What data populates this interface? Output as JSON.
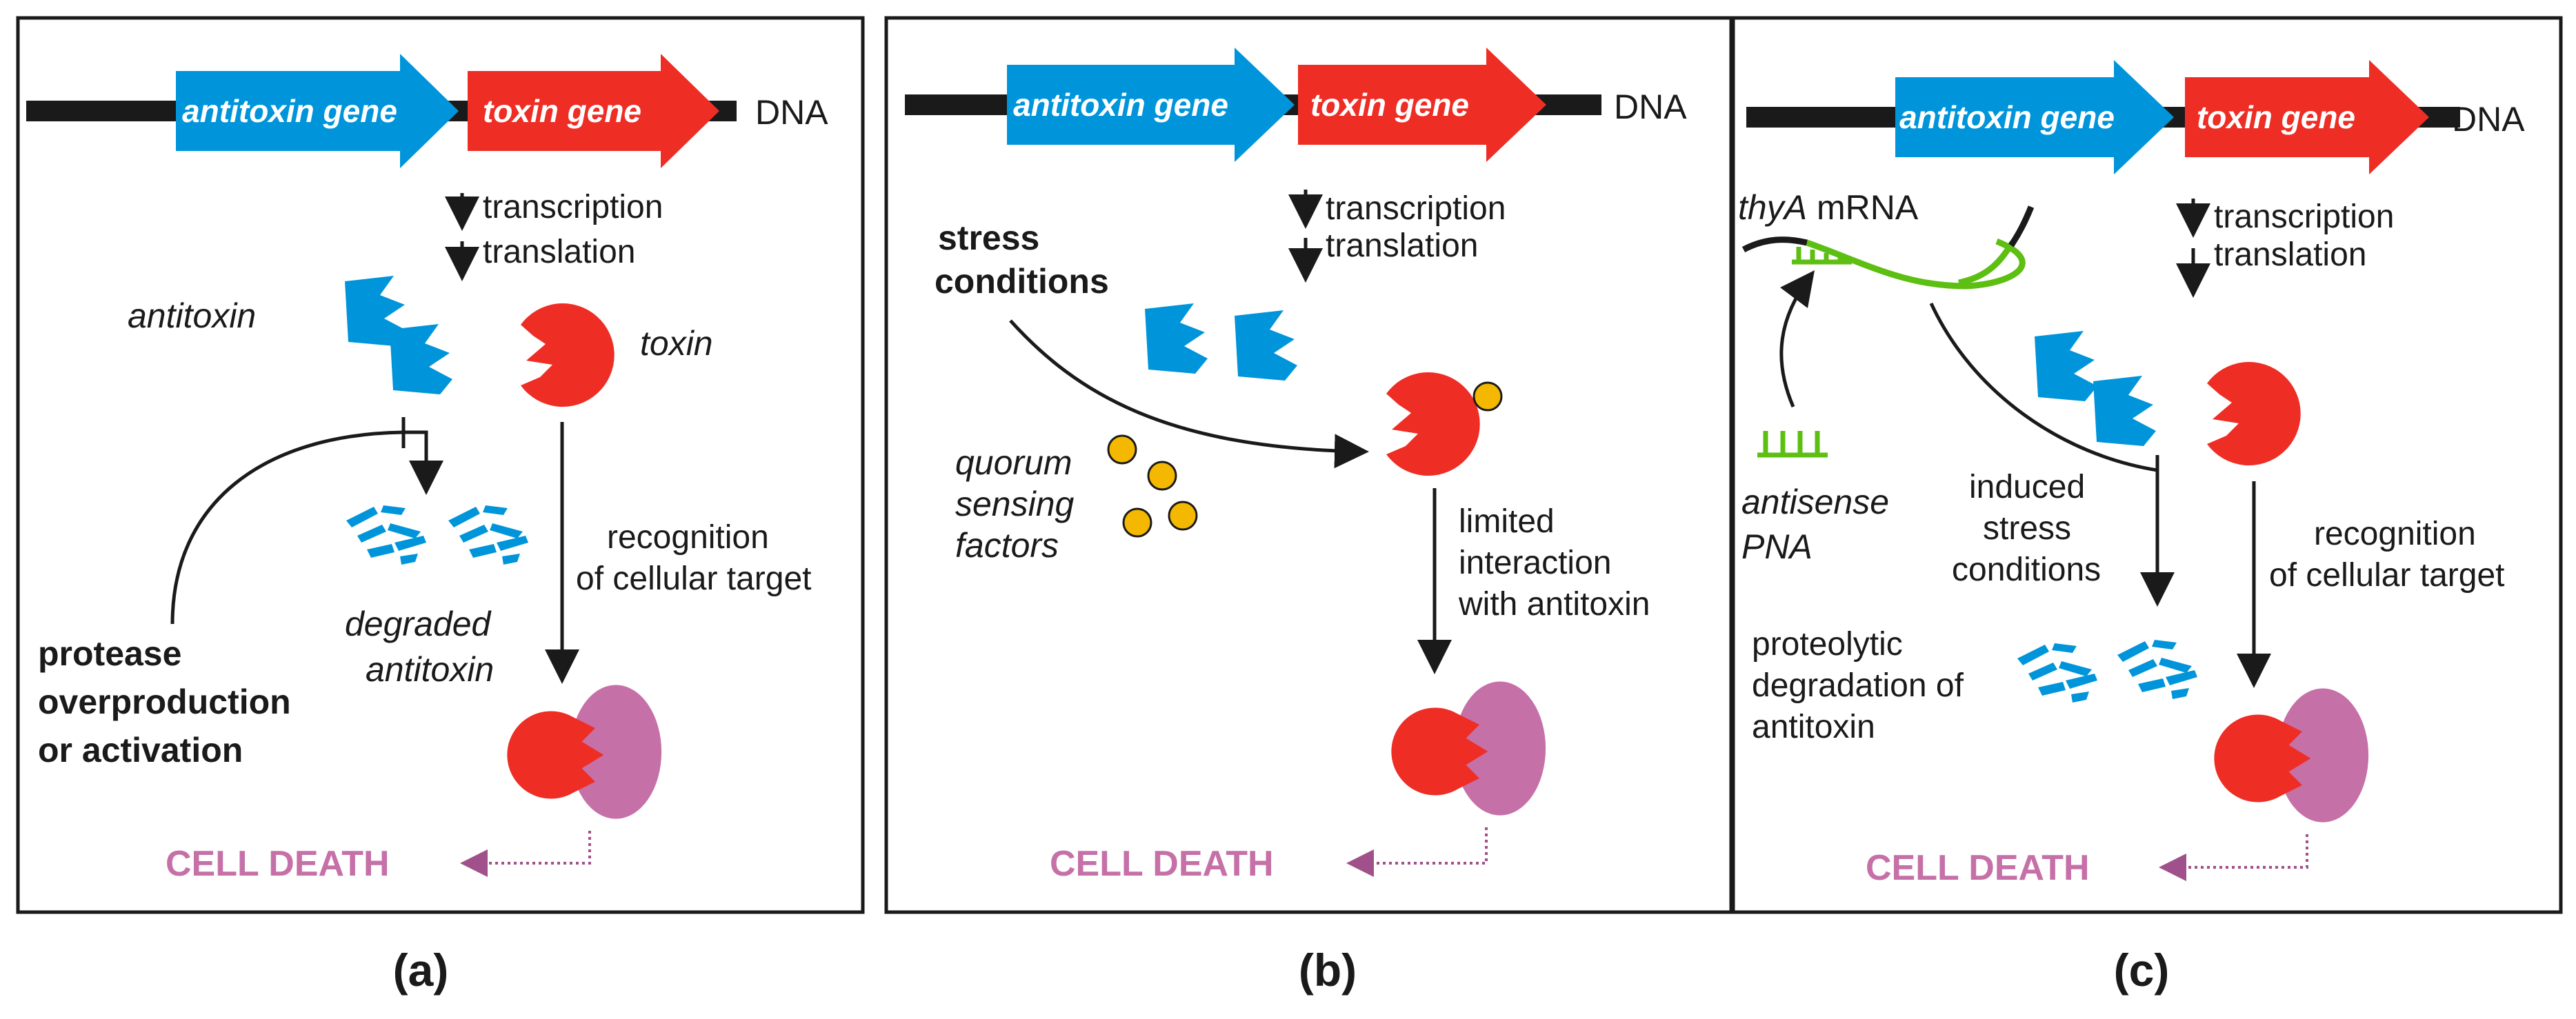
{
  "colors": {
    "antitoxin": "#0095da",
    "toxin": "#ee2d25",
    "target": "#c670a8",
    "death": "#c670a8",
    "quorum": "#f5b800",
    "mrna": "#5cbf12",
    "line": "#1a1a1a"
  },
  "panels": [
    {
      "label": "(a)",
      "genes": {
        "antitoxin": "antitoxin gene",
        "toxin": "toxin gene",
        "dna": "DNA"
      },
      "steps": [
        "transcription",
        "translation"
      ],
      "antitoxin_label": "antitoxin",
      "toxin_label": "toxin",
      "degraded": [
        "degraded",
        "antitoxin"
      ],
      "recognition": [
        "recognition",
        "of cellular target"
      ],
      "protease": [
        "protease",
        "overproduction",
        "or activation"
      ],
      "death": "CELL DEATH"
    },
    {
      "label": "(b)",
      "genes": {
        "antitoxin": "antitoxin gene",
        "toxin": "toxin gene",
        "dna": "DNA"
      },
      "steps": [
        "transcription",
        "translation"
      ],
      "stress": [
        "stress",
        "conditions"
      ],
      "quorum": [
        "quorum",
        "sensing",
        "factors"
      ],
      "limited": [
        "limited",
        "interaction",
        "with antitoxin"
      ],
      "death": "CELL DEATH"
    },
    {
      "label": "(c)",
      "genes": {
        "antitoxin": "antitoxin gene",
        "toxin": "toxin gene",
        "dna": "DNA"
      },
      "steps": [
        "transcription",
        "translation"
      ],
      "mrna_gene": "thyA",
      "mrna_word": " mRNA",
      "pna": [
        "antisense",
        "PNA"
      ],
      "induced": [
        "induced",
        "stress",
        "conditions"
      ],
      "proteolytic": [
        "proteolytic",
        "degradation of",
        "antitoxin"
      ],
      "recognition": [
        "recognition",
        "of cellular target"
      ],
      "death": "CELL DEATH"
    }
  ]
}
